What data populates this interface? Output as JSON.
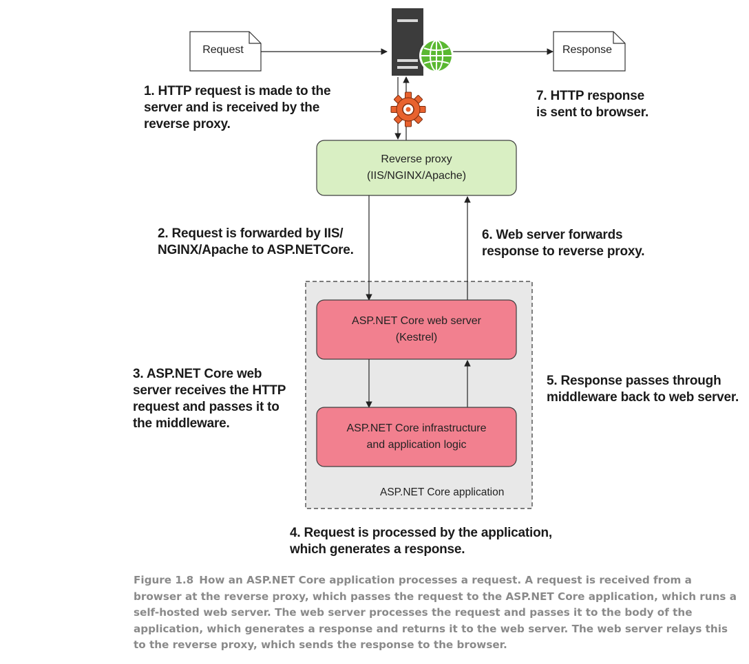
{
  "documents": {
    "request": "Request",
    "response": "Response"
  },
  "boxes": {
    "reverse_proxy": "Reverse proxy\n(IIS/NGINX/Apache)",
    "web_server": "ASP.NET Core web server\n(Kestrel)",
    "app_logic": "ASP.NET Core infrastructure\nand application logic",
    "app_container": "ASP.NET Core application"
  },
  "steps": {
    "s1": "1. HTTP request is made to the\nserver and is received by the\nreverse proxy.",
    "s2": "2. Request is forwarded by IIS/\nNGINX/Apache to ASP.NETCore.",
    "s3": "3. ASP.NET Core web\nserver receives the HTTP\nrequest and passes it to\nthe middleware.",
    "s4": "4. Request is processed by the application,\nwhich generates a response.",
    "s5": "5. Response passes through\nmiddleware back to web server.",
    "s6": "6. Web server forwards\nresponse to reverse proxy.",
    "s7": "7. HTTP response\nis sent to browser."
  },
  "caption": {
    "figure_number": "Figure 1.8",
    "text": "How an ASP.NET Core application processes a request. A request is received from a browser at the reverse proxy, which passes the request to the ASP.NET Core application, which runs a self-hosted web server. The web server processes the request and passes it to the body of the application, which generates a response and returns it to the web server. The web server relays this to the reverse proxy, which sends the response to the browser."
  },
  "colors": {
    "proxy_fill": "#d9efc3",
    "proxy_stroke": "#3e3e3e",
    "app_fill": "#f2808f",
    "container_fill": "#e8e8e8",
    "server_body": "#3c3c3c",
    "globe": "#5ab831",
    "gear": "#e8622e"
  },
  "icons": {
    "server": "server-icon",
    "globe": "globe-icon",
    "gear": "gear-icon"
  }
}
